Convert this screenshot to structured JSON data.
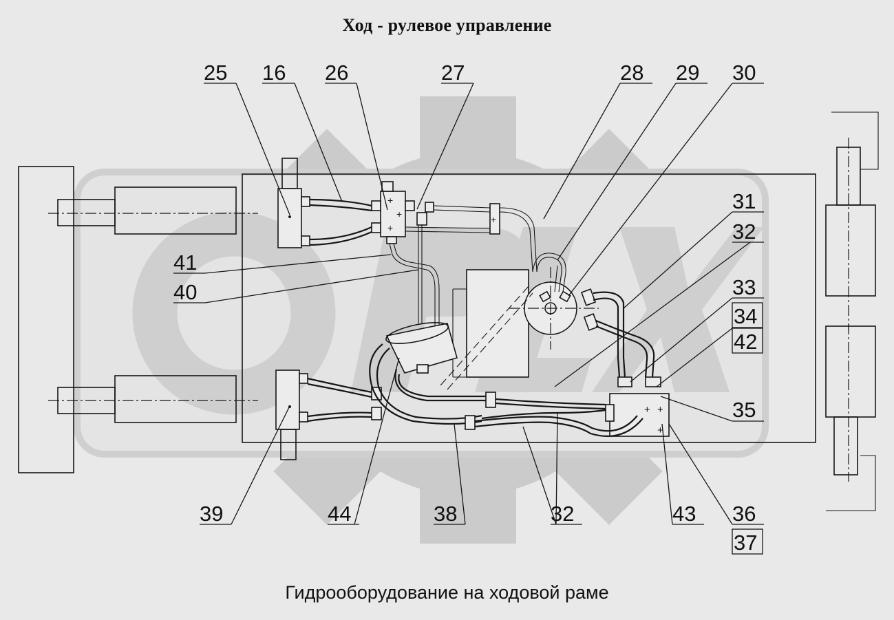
{
  "title": "Ход - рулевое управление",
  "caption": "Гидрооборудование на ходовой раме",
  "colors": {
    "background": "#e9e9e9",
    "watermark": "#c9c9c9",
    "line": "#161616"
  },
  "callouts": [
    {
      "id": "c25",
      "label": "25"
    },
    {
      "id": "c16",
      "label": "16"
    },
    {
      "id": "c26",
      "label": "26"
    },
    {
      "id": "c27",
      "label": "27"
    },
    {
      "id": "c28",
      "label": "28"
    },
    {
      "id": "c29",
      "label": "29"
    },
    {
      "id": "c30",
      "label": "30"
    },
    {
      "id": "c31",
      "label": "31"
    },
    {
      "id": "c32a",
      "label": "32"
    },
    {
      "id": "c33",
      "label": "33"
    },
    {
      "id": "c34",
      "label": "34"
    },
    {
      "id": "c42",
      "label": "42"
    },
    {
      "id": "c35",
      "label": "35"
    },
    {
      "id": "c41",
      "label": "41"
    },
    {
      "id": "c40",
      "label": "40"
    },
    {
      "id": "c39",
      "label": "39"
    },
    {
      "id": "c44",
      "label": "44"
    },
    {
      "id": "c38",
      "label": "38"
    },
    {
      "id": "c32b",
      "label": "32"
    },
    {
      "id": "c43",
      "label": "43"
    },
    {
      "id": "c36",
      "label": "36"
    },
    {
      "id": "c37",
      "label": "37"
    }
  ]
}
